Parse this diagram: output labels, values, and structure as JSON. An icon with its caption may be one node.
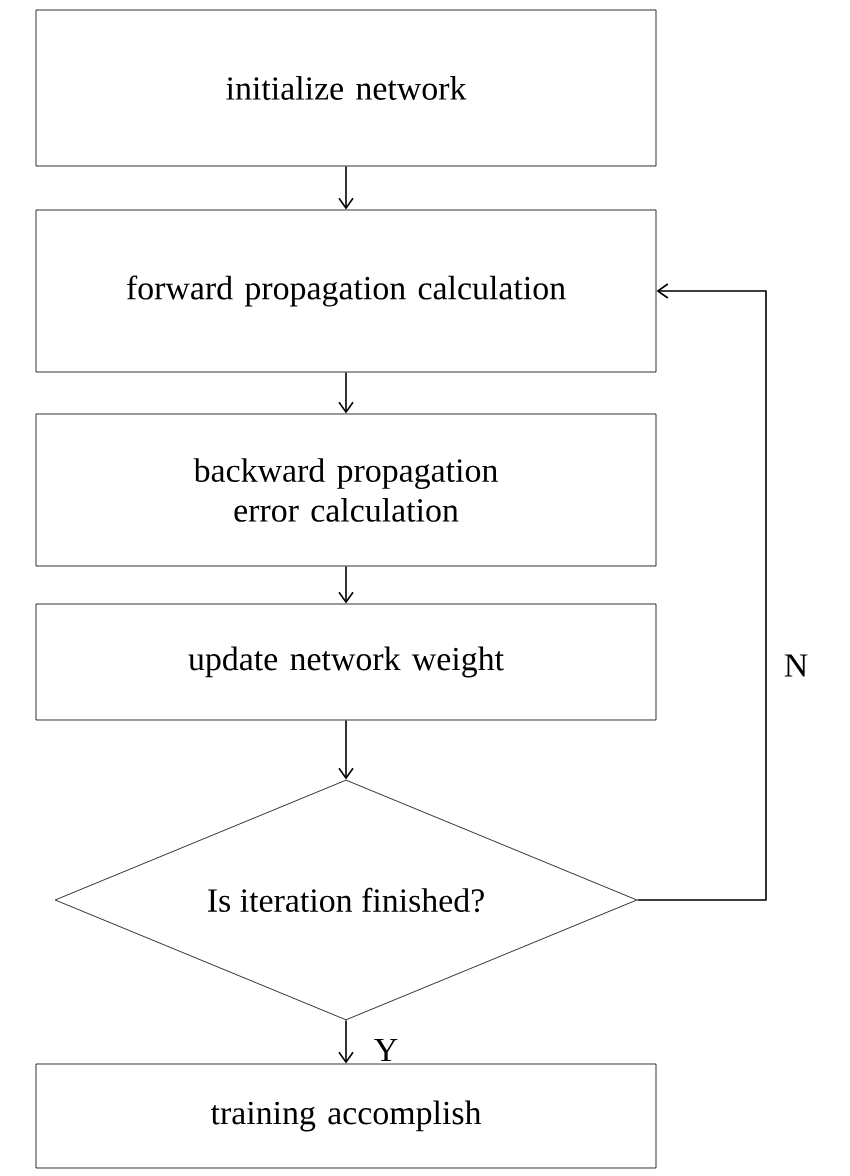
{
  "diagram": {
    "nodes": [
      {
        "text": [
          "initialize network"
        ]
      },
      {
        "text": [
          "forward propagation calculation"
        ]
      },
      {
        "text": [
          "backward propagation error calculation"
        ]
      },
      {
        "text": [
          "update network weight"
        ]
      },
      {
        "text": [
          "Is iteration finished?"
        ]
      },
      {
        "text": [
          "training accomplish"
        ]
      }
    ],
    "edges": [
      {
        "from": 0,
        "to": 1,
        "arrow": "to"
      },
      {
        "from": 1,
        "to": 2,
        "arrow": "to"
      },
      {
        "from": 2,
        "to": 3,
        "arrow": "to"
      },
      {
        "from": 3,
        "to": 4,
        "arrow": "to"
      },
      {
        "from": 4,
        "to": 5,
        "arrow": "to",
        "label": "Y"
      },
      {
        "from": 4,
        "to": 1,
        "arrow": "to",
        "label": "N"
      }
    ]
  }
}
